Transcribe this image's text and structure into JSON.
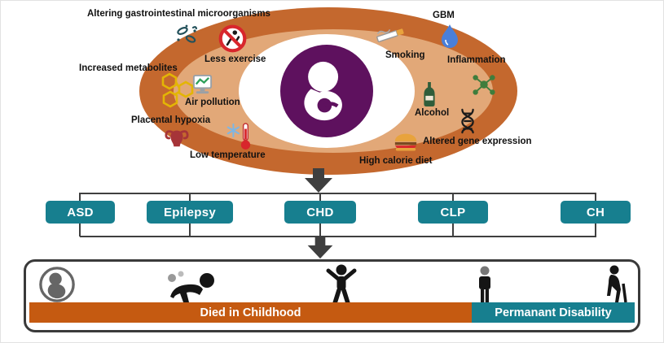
{
  "colors": {
    "outer_ring": "#C4682E",
    "inner_ring": "#E2A878",
    "core": "#5E115E",
    "condition_box": "#177F8F",
    "bar_died": "#C55A11",
    "bar_disability": "#177F8F",
    "connector": "#3F3F3F",
    "prohibition_red": "#D8262C",
    "metabolite_yellow": "#E3B505",
    "inflammation_green": "#3F7D3C",
    "gbm_blue": "#4A7FD9"
  },
  "center": {
    "icon": "fetus-icon"
  },
  "risk_factors": [
    {
      "label": "Altering gastrointestinal microorganisms",
      "icon": "bacteria-icon"
    },
    {
      "label": "Increased metabolites",
      "icon": "metabolites-icon"
    },
    {
      "label": "Less exercise",
      "icon": "no-exercise-icon"
    },
    {
      "label": "Air pollution",
      "icon": "air-quality-monitor-icon"
    },
    {
      "label": "Placental hypoxia",
      "icon": "uterus-icon"
    },
    {
      "label": "Low temperature",
      "icon": "thermometer-snowflake-icon"
    },
    {
      "label": "Smoking",
      "icon": "cigarette-icon"
    },
    {
      "label": "GBM",
      "icon": "water-drop-icon"
    },
    {
      "label": "Inflammation",
      "icon": "molecule-cluster-icon"
    },
    {
      "label": "Alcohol",
      "icon": "bottle-icon"
    },
    {
      "label": "Altered gene expression",
      "icon": "dna-icon"
    },
    {
      "label": "High calorie diet",
      "icon": "burger-icon"
    }
  ],
  "conditions": [
    {
      "label": "ASD"
    },
    {
      "label": "Epilepsy"
    },
    {
      "label": "CHD"
    },
    {
      "label": "CLP"
    },
    {
      "label": "CH"
    }
  ],
  "outcomes": {
    "died_label": "Died in Childhood",
    "disability_label": "Permanant Disability"
  },
  "lifecycle_icons": [
    "fetus-in-womb-icon",
    "crawling-baby-icon",
    "standing-child-icon",
    "adult-icon",
    "elderly-with-cane-icon"
  ]
}
